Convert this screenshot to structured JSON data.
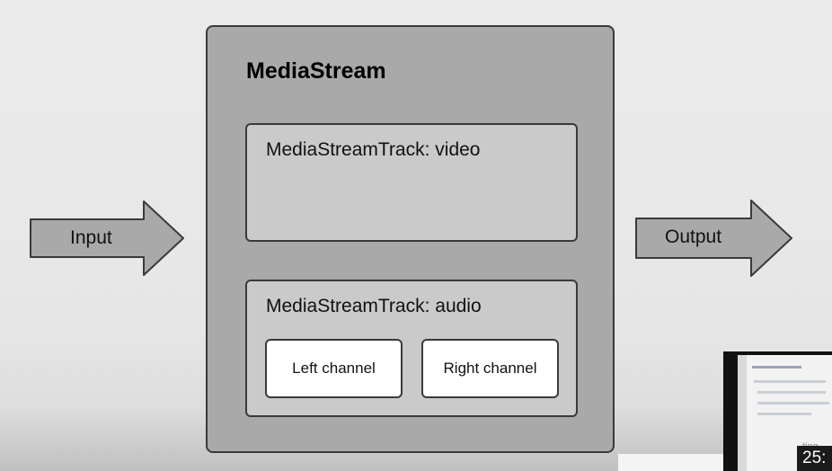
{
  "diagram": {
    "input_label": "Input",
    "output_label": "Output",
    "mediastream": {
      "title": "MediaStream",
      "video_track_label": "MediaStreamTrack: video",
      "audio_track_label": "MediaStreamTrack: audio",
      "channels": [
        "Left channel",
        "Right channel"
      ]
    }
  },
  "overlay": {
    "timer_text": "25:",
    "faint_text": "ting"
  },
  "colors": {
    "background": "#e6e6e6",
    "arrow_fill": "#a9a9a9",
    "container_fill": "#a9a9a9",
    "track_fill": "#cacaca",
    "channel_fill": "#ffffff",
    "outline": "#3a3a3a"
  }
}
